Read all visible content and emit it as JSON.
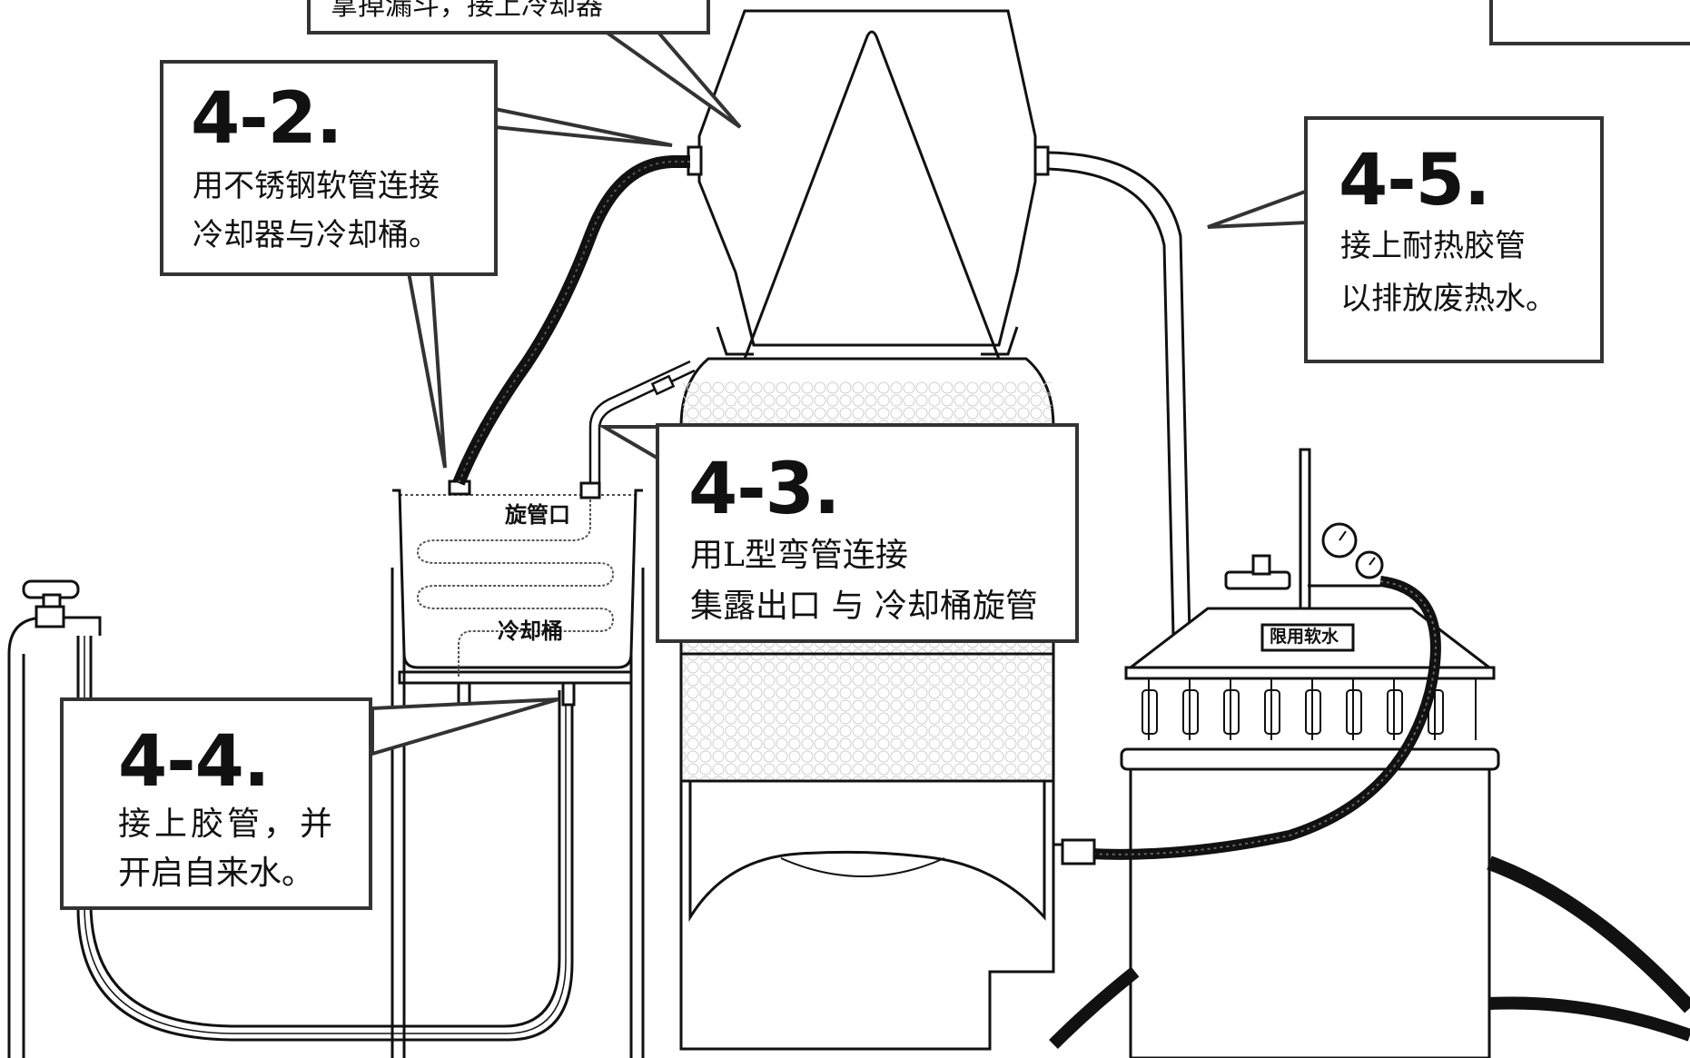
{
  "steps": {
    "s41": {
      "lines": [
        "拿掉漏斗，接上冷却器"
      ]
    },
    "s42": {
      "number": "4-2.",
      "lines": [
        "用不锈钢软管连接",
        "冷却器与冷却桶。"
      ]
    },
    "s43": {
      "number": "4-3.",
      "lines": [
        "用L型弯管连接",
        "集露出口 与 冷却桶旋管"
      ]
    },
    "s44": {
      "number": "4-4.",
      "lines": [
        "接上胶管，并",
        "开启自来水。"
      ]
    },
    "s45": {
      "number": "4-5.",
      "lines": [
        "接上耐热胶管",
        "以排放废热水。"
      ]
    }
  },
  "labels": {
    "coil_outlet": "旋管口",
    "cooling_bucket": "冷却桶",
    "soft_water_only": "限用软水"
  },
  "colors": {
    "line": "#111111",
    "callout_border": "#333333",
    "background": "#ffffff",
    "packing": "#bbbbbb"
  },
  "icons": [
    "faucet-icon",
    "pressure-gauge-icon",
    "valve-icon"
  ]
}
